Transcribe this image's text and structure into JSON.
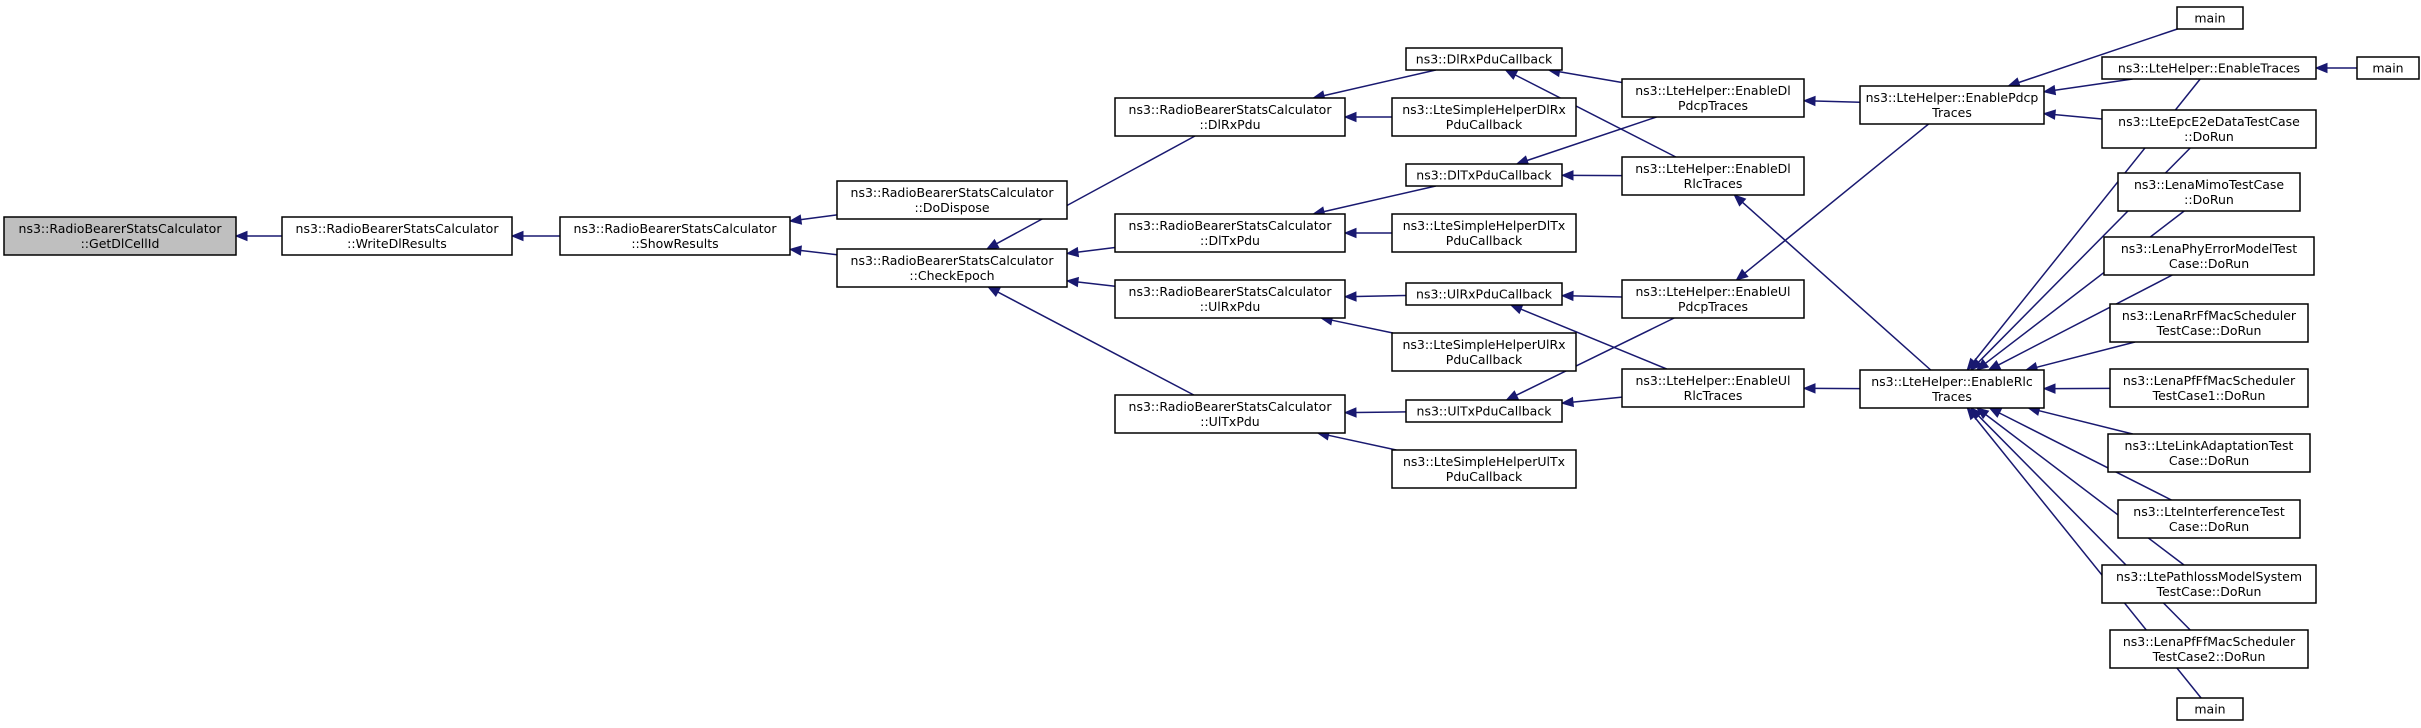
{
  "nodes": {
    "getdlcellid": {
      "lines": [
        "ns3::RadioBearerStatsCalculator",
        "::GetDlCellId"
      ],
      "focus": true
    },
    "writedlresults": {
      "lines": [
        "ns3::RadioBearerStatsCalculator",
        "::WriteDlResults"
      ]
    },
    "showresults": {
      "lines": [
        "ns3::RadioBearerStatsCalculator",
        "::ShowResults"
      ]
    },
    "dodispose": {
      "lines": [
        "ns3::RadioBearerStatsCalculator",
        "::DoDispose"
      ]
    },
    "checkepoch": {
      "lines": [
        "ns3::RadioBearerStatsCalculator",
        "::CheckEpoch"
      ]
    },
    "dlrxpdu": {
      "lines": [
        "ns3::RadioBearerStatsCalculator",
        "::DlRxPdu"
      ]
    },
    "dltxpdu": {
      "lines": [
        "ns3::RadioBearerStatsCalculator",
        "::DlTxPdu"
      ]
    },
    "ulrxpdu": {
      "lines": [
        "ns3::RadioBearerStatsCalculator",
        "::UlRxPdu"
      ]
    },
    "ultxpdu": {
      "lines": [
        "ns3::RadioBearerStatsCalculator",
        "::UlTxPdu"
      ]
    },
    "dlrxpducallback": {
      "lines": [
        "ns3::DlRxPduCallback"
      ]
    },
    "ltesimpledlrx": {
      "lines": [
        "ns3::LteSimpleHelperDlRx",
        "PduCallback"
      ]
    },
    "dltxpducallback": {
      "lines": [
        "ns3::DlTxPduCallback"
      ]
    },
    "ltesimpledltx": {
      "lines": [
        "ns3::LteSimpleHelperDlTx",
        "PduCallback"
      ]
    },
    "ulrxpducallback": {
      "lines": [
        "ns3::UlRxPduCallback"
      ]
    },
    "ltesimpleulrx": {
      "lines": [
        "ns3::LteSimpleHelperUlRx",
        "PduCallback"
      ]
    },
    "ultxpducallback": {
      "lines": [
        "ns3::UlTxPduCallback"
      ]
    },
    "ltesimpleultx": {
      "lines": [
        "ns3::LteSimpleHelperUlTx",
        "PduCallback"
      ]
    },
    "enabledlpdcp": {
      "lines": [
        "ns3::LteHelper::EnableDl",
        "PdcpTraces"
      ]
    },
    "enabledlrlc": {
      "lines": [
        "ns3::LteHelper::EnableDl",
        "RlcTraces"
      ]
    },
    "enableulpdcp": {
      "lines": [
        "ns3::LteHelper::EnableUl",
        "PdcpTraces"
      ]
    },
    "enableulrlc": {
      "lines": [
        "ns3::LteHelper::EnableUl",
        "RlcTraces"
      ]
    },
    "enablepdcp": {
      "lines": [
        "ns3::LteHelper::EnablePdcp",
        "Traces"
      ]
    },
    "enablerlc": {
      "lines": [
        "ns3::LteHelper::EnableRlc",
        "Traces"
      ]
    },
    "main1": {
      "lines": [
        "main"
      ]
    },
    "enabletraces": {
      "lines": [
        "ns3::LteHelper::EnableTraces"
      ]
    },
    "main2": {
      "lines": [
        "main"
      ]
    },
    "epce2e": {
      "lines": [
        "ns3::LteEpcE2eDataTestCase",
        "::DoRun"
      ]
    },
    "lenamimo": {
      "lines": [
        "ns3::LenaMimoTestCase",
        "::DoRun"
      ]
    },
    "lenaphyerror": {
      "lines": [
        "ns3::LenaPhyErrorModelTest",
        "Case::DoRun"
      ]
    },
    "lenarrff": {
      "lines": [
        "ns3::LenaRrFfMacScheduler",
        "TestCase::DoRun"
      ]
    },
    "lenapfff1": {
      "lines": [
        "ns3::LenaPfFfMacScheduler",
        "TestCase1::DoRun"
      ]
    },
    "linkadapt": {
      "lines": [
        "ns3::LteLinkAdaptationTest",
        "Case::DoRun"
      ]
    },
    "interference": {
      "lines": [
        "ns3::LteInterferenceTest",
        "Case::DoRun"
      ]
    },
    "pathloss": {
      "lines": [
        "ns3::LtePathlossModelSystem",
        "TestCase::DoRun"
      ]
    },
    "lenapfff2": {
      "lines": [
        "ns3::LenaPfFfMacScheduler",
        "TestCase2::DoRun"
      ]
    },
    "main3": {
      "lines": [
        "main"
      ]
    }
  },
  "edges": [
    [
      "writedlresults",
      "getdlcellid"
    ],
    [
      "showresults",
      "writedlresults"
    ],
    [
      "dodispose",
      "showresults"
    ],
    [
      "checkepoch",
      "showresults"
    ],
    [
      "dlrxpdu",
      "checkepoch"
    ],
    [
      "dltxpdu",
      "checkepoch"
    ],
    [
      "ulrxpdu",
      "checkepoch"
    ],
    [
      "ultxpdu",
      "checkepoch"
    ],
    [
      "dlrxpducallback",
      "dlrxpdu"
    ],
    [
      "ltesimpledlrx",
      "dlrxpdu"
    ],
    [
      "dltxpducallback",
      "dltxpdu"
    ],
    [
      "ltesimpledltx",
      "dltxpdu"
    ],
    [
      "ulrxpducallback",
      "ulrxpdu"
    ],
    [
      "ltesimpleulrx",
      "ulrxpdu"
    ],
    [
      "ultxpducallback",
      "ultxpdu"
    ],
    [
      "ltesimpleultx",
      "ultxpdu"
    ],
    [
      "enabledlpdcp",
      "dlrxpducallback"
    ],
    [
      "enabledlrlc",
      "dlrxpducallback"
    ],
    [
      "enabledlpdcp",
      "dltxpducallback"
    ],
    [
      "enabledlrlc",
      "dltxpducallback"
    ],
    [
      "enableulpdcp",
      "ulrxpducallback"
    ],
    [
      "enableulrlc",
      "ulrxpducallback"
    ],
    [
      "enableulpdcp",
      "ultxpducallback"
    ],
    [
      "enableulrlc",
      "ultxpducallback"
    ],
    [
      "enablepdcp",
      "enabledlpdcp"
    ],
    [
      "enablepdcp",
      "enableulpdcp"
    ],
    [
      "enablerlc",
      "enabledlrlc"
    ],
    [
      "enablerlc",
      "enableulrlc"
    ],
    [
      "main1",
      "enablepdcp"
    ],
    [
      "enabletraces",
      "enablepdcp"
    ],
    [
      "epce2e",
      "enablepdcp"
    ],
    [
      "main2",
      "enabletraces"
    ],
    [
      "enabletraces",
      "enablerlc"
    ],
    [
      "epce2e",
      "enablerlc"
    ],
    [
      "lenamimo",
      "enablerlc"
    ],
    [
      "lenaphyerror",
      "enablerlc"
    ],
    [
      "lenarrff",
      "enablerlc"
    ],
    [
      "lenapfff1",
      "enablerlc"
    ],
    [
      "linkadapt",
      "enablerlc"
    ],
    [
      "interference",
      "enablerlc"
    ],
    [
      "pathloss",
      "enablerlc"
    ],
    [
      "lenapfff2",
      "enablerlc"
    ],
    [
      "main3",
      "enablerlc"
    ]
  ],
  "colors": {
    "edge": "#191970",
    "focus_fill": "#bfbfbf",
    "node_fill": "#ffffff",
    "border": "#000000"
  }
}
